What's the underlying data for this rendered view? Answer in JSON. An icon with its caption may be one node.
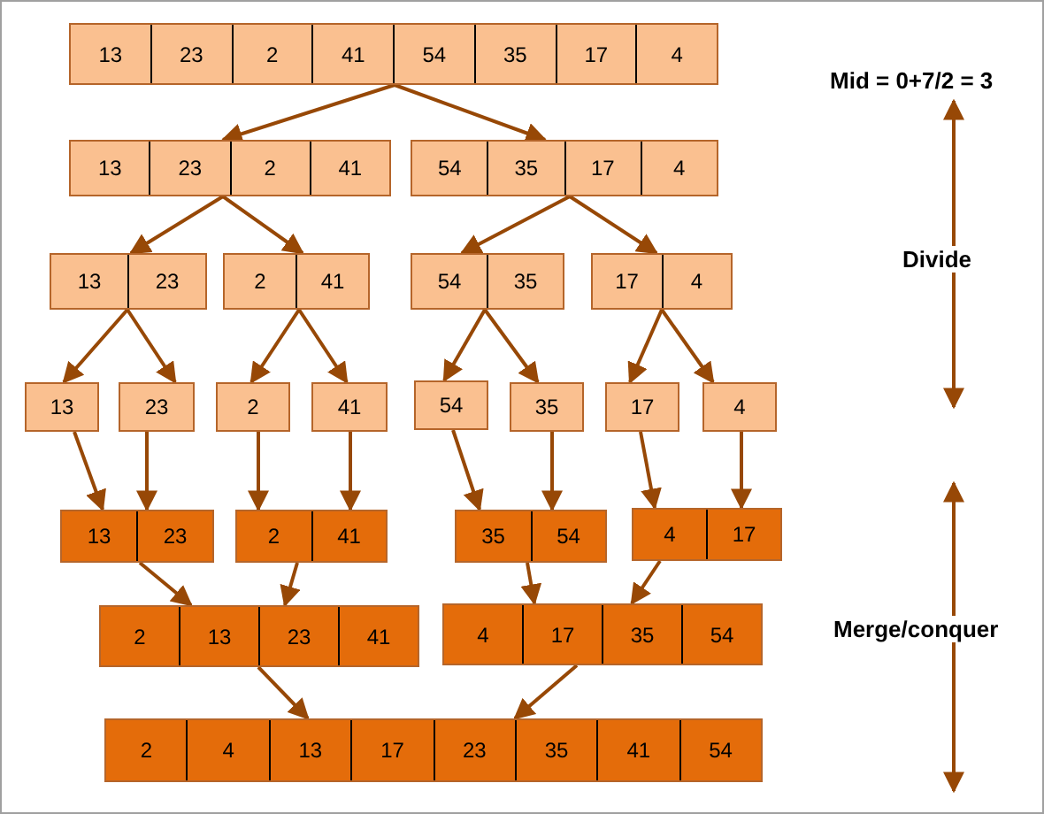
{
  "diagram": {
    "nodes": [
      {
        "text": [
          "13",
          "23",
          "2",
          "41",
          "54",
          "35",
          "17",
          "4"
        ]
      },
      {
        "text": [
          "13",
          "23",
          "2",
          "41"
        ]
      },
      {
        "text": [
          "54",
          "35",
          "17",
          "4"
        ]
      },
      {
        "text": [
          "13",
          "23"
        ]
      },
      {
        "text": [
          "2",
          "41"
        ]
      },
      {
        "text": [
          "54",
          "35"
        ]
      },
      {
        "text": [
          "17",
          "4"
        ]
      },
      {
        "text": [
          "13"
        ]
      },
      {
        "text": [
          "23"
        ]
      },
      {
        "text": [
          "2"
        ]
      },
      {
        "text": [
          "41"
        ]
      },
      {
        "text": [
          "54"
        ]
      },
      {
        "text": [
          "35"
        ]
      },
      {
        "text": [
          "17"
        ]
      },
      {
        "text": [
          "4"
        ]
      },
      {
        "text": [
          "13",
          "23"
        ]
      },
      {
        "text": [
          "2",
          "41"
        ]
      },
      {
        "text": [
          "35",
          "54"
        ]
      },
      {
        "text": [
          "4",
          "17"
        ]
      },
      {
        "text": [
          "2",
          "13",
          "23",
          "41"
        ]
      },
      {
        "text": [
          "4",
          "17",
          "35",
          "54"
        ]
      },
      {
        "text": [
          "2",
          "4",
          "13",
          "17",
          "23",
          "35",
          "41",
          "54"
        ]
      }
    ],
    "edges": [
      {
        "from": 0,
        "to": 1,
        "arrow": "to"
      },
      {
        "from": 0,
        "to": 2,
        "arrow": "to"
      },
      {
        "from": 1,
        "to": 3,
        "arrow": "to"
      },
      {
        "from": 1,
        "to": 4,
        "arrow": "to"
      },
      {
        "from": 2,
        "to": 5,
        "arrow": "to"
      },
      {
        "from": 2,
        "to": 6,
        "arrow": "to"
      },
      {
        "from": 3,
        "to": 7,
        "arrow": "to"
      },
      {
        "from": 3,
        "to": 8,
        "arrow": "to"
      },
      {
        "from": 4,
        "to": 9,
        "arrow": "to"
      },
      {
        "from": 4,
        "to": 10,
        "arrow": "to"
      },
      {
        "from": 5,
        "to": 11,
        "arrow": "to"
      },
      {
        "from": 5,
        "to": 12,
        "arrow": "to"
      },
      {
        "from": 6,
        "to": 13,
        "arrow": "to"
      },
      {
        "from": 6,
        "to": 14,
        "arrow": "to"
      },
      {
        "from": 7,
        "to": 15,
        "arrow": "to"
      },
      {
        "from": 8,
        "to": 15,
        "arrow": "to"
      },
      {
        "from": 9,
        "to": 16,
        "arrow": "to"
      },
      {
        "from": 10,
        "to": 16,
        "arrow": "to"
      },
      {
        "from": 11,
        "to": 17,
        "arrow": "to"
      },
      {
        "from": 12,
        "to": 17,
        "arrow": "to"
      },
      {
        "from": 13,
        "to": 18,
        "arrow": "to"
      },
      {
        "from": 14,
        "to": 18,
        "arrow": "to"
      },
      {
        "from": 15,
        "to": 19,
        "arrow": "to"
      },
      {
        "from": 16,
        "to": 19,
        "arrow": "to"
      },
      {
        "from": 17,
        "to": 20,
        "arrow": "to"
      },
      {
        "from": 18,
        "to": 20,
        "arrow": "to"
      },
      {
        "from": 19,
        "to": 21,
        "arrow": "to"
      },
      {
        "from": 20,
        "to": 21,
        "arrow": "to"
      }
    ],
    "labels": [
      "Mid = 0+7/2 = 3",
      "Divide",
      "Merge/conquer"
    ]
  }
}
